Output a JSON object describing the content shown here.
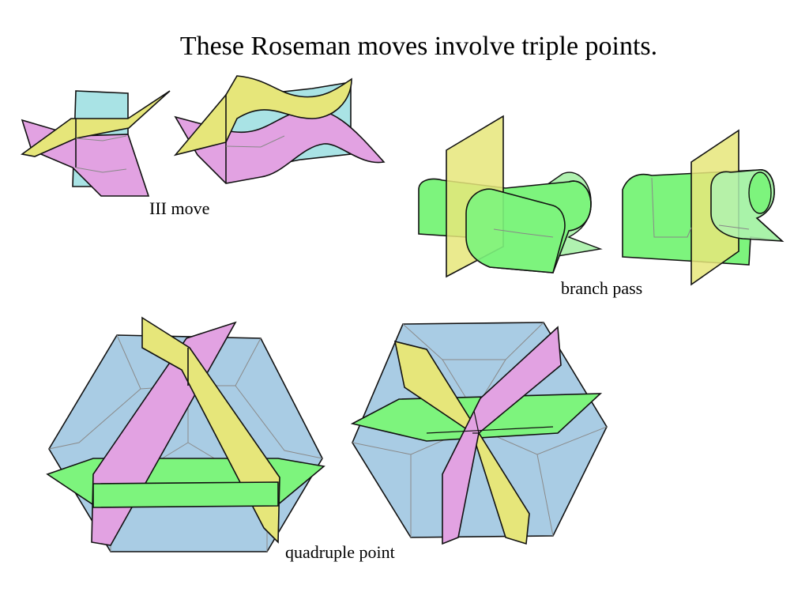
{
  "slide": {
    "title": "These Roseman moves involve triple points."
  },
  "captions": {
    "iii_move": "III move",
    "branch_pass": "branch pass",
    "quadruple_point": "quadruple point"
  },
  "colors": {
    "yellow": "#e6e67a",
    "cyan": "#a9e3e5",
    "pink": "#e2a2e2",
    "green": "#7df47d",
    "light_green": "#b0f2b0",
    "blue": "#a9cce4",
    "edge": "#111111",
    "crease": "#8a8a8a"
  }
}
